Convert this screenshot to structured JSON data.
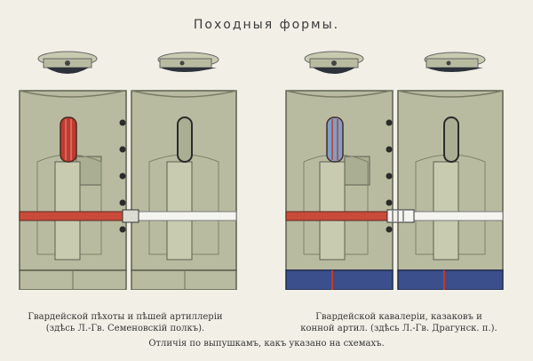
{
  "page": {
    "title": "Походныя формы.",
    "left_caption_line1": "Гвардейской пѣхоты и пѣшей артиллеріи",
    "left_caption_line2": "(здѣсь Л.-Гв. Семеновскій полкъ).",
    "right_caption_line1": "Гвардейской кавалеріи, казаковъ и",
    "right_caption_line2": "конной артил. (здѣсь Л.-Гв. Драгунск. п.).",
    "note": "Отличія по выпушкамъ, какъ указано на схемахъ."
  },
  "colors": {
    "uniform": "#b8bba0",
    "uniform_dark": "#9ea287",
    "left_shoulder_strap": "#c23a2e",
    "right_shoulder_strap": "#7f9fc7",
    "trousers_left": "#b8bba0",
    "trousers_right": "#3b4f8c",
    "belt_red": "#c94a39",
    "belt_white": "#f4f4f0",
    "cap_brim": "#2d3139",
    "cap_band": "#c6c0a8",
    "button": "#2b2b2b"
  }
}
